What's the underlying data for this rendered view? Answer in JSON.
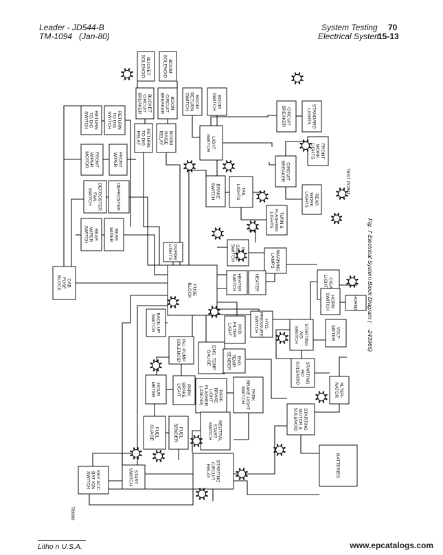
{
  "header": {
    "title": "Leader - JD544-B",
    "manual": "TM-1094",
    "date": "(Jan-80)",
    "section": "System Testing",
    "group": "Electrical System",
    "page_main": "70",
    "page_sub": "15-13"
  },
  "caption": {
    "text": "Fig. 7-Electrical System Block Diagram (",
    "ref": "-243965)"
  },
  "legend": {
    "test_point": "TEST POINT"
  },
  "drawing_number": "T89880",
  "footer": {
    "left": "Litho n U.S.A.",
    "right": "www.epcatalogs.com"
  },
  "components": {
    "bucket_solenoid": "BUCKET\nSOLENOID",
    "boom_solenoid": "BOOM\nSOLENOID",
    "bucket_cb": "BUCKET\nCIRCUIT\nBREAKER",
    "boom_cb": "BOOM\nCIRCUIT\nBREAKER",
    "boom_return_switch": "BOOM\nRETURN\nSWITCH",
    "boom_switch": "BOOM\nSWITCH",
    "return_to_dig_relay": "RETURN\nTO DIG\nRELAY",
    "boom_raise_relay": "BOOM\nRAISE\nRELAY",
    "return_to_dig_switch_1": "RETURN\nTO DIG\nSWITCH",
    "return_to_dig_switch_2": "RETURN\nTO DIG\nSWITCH",
    "circuit_breaker_1": "CIRCUIT\nBREAKER",
    "standard_lights": "STANDARD\nLIGHTS",
    "front_wiper_motor": "FRONT\nWIPER\nMOTOR",
    "front_wiper": "FRONT\nWIPER",
    "light_switch": "LIGHT\nSWITCH",
    "front_work_lights": "FRONT\nWORK\nLIGHTS",
    "circuit_breaker_2": "CIRCUIT\nBREAKER",
    "defroster_fan_switch": "DEFROSTER\nFAN\nSWITCH",
    "defroster": "DEFROSTER",
    "brake_switch": "BRAKE\nSWITCH",
    "tail_lights": "TAIL\nLIGHTS",
    "rear_work_lights": "REAR\nWORK\nLIGHTS",
    "rear_wiper_switch": "REAR\nWIPER\nSWITCH",
    "rear_wiper": "REAR\nWIPER",
    "turn_flashing_lights": "TURN &\nFLASHING\nLIGHTS",
    "gauge_lights": "GUAGE\nLIGHTS",
    "turn_signal_switch": "TURN\nSIGNAL\nSWITCH",
    "warning_lamps": "WARNING\nLAMPS",
    "cab_fuse_block": "CAB\nFUSE\nBLOCK",
    "fuse_block": "FUSE\nBLOCK",
    "heater_switch": "HEATER\nSWITCH",
    "heater": "HEATER",
    "cigar_lighter": "CIGAR\nLIGHTER",
    "horn_switch": "HORN\nSWITCH",
    "horns": "HORNS",
    "hyd_filter_light": "HYD.\nFILTER\nLIGHT",
    "hyd_pressure_switch": "HYD.\nPRESSURE\nSWITCH",
    "backup_switch": "BACK-UP\nSWITCH",
    "inj_pump_solenoid": "INJ. PUMP\nSOLENOID",
    "eng_temp_gauge": "ENG. TEMP\nGAUGE",
    "eng_temp_sender": "ENG.\nTEMP.\nSENDER",
    "starting_aid_switch": "STARTING\nAID\nSWITCH",
    "volt_meter": "VOLT-\nMETER",
    "starting_aid_solenoid": "STARTING\nAID\nSOLENOID",
    "hour_meter": "HOUR\nMETER",
    "park_brake_light": "PARK\nBRAKE\nLIGHT",
    "park_brake_light_flasher": "PARK\nBRAKE\nLIGHT\nFLASHER\n(-236740)",
    "park_brake_light_switch": "PARK\nBRAKE LIGHT\nSWITCH",
    "alternator": "ALTER-\nNATOR",
    "fuel_gauge": "FUEL\nGUAGE",
    "fuel_sender": "FUEL\nSENDER",
    "neutral_start_switch": "NEUTRAL\nSTART\nSWITCH",
    "starting_motor_solenoid": "STARTING\nMOTOR &\nSOLENOID",
    "start_switch": "START\nSWITCH",
    "starting_circuit_relay": "STARTING\nCIRCUIT\nRELAY",
    "batteries": "BATTERIES",
    "key_switch": "KEY ACC\nBAT IGN\nSWITCH"
  }
}
